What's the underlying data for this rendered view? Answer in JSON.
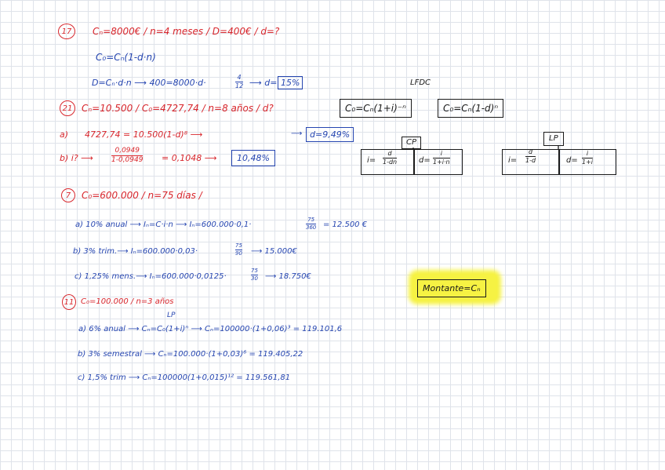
{
  "p17": {
    "num": "17",
    "given": "Cₙ=8000€ / n=4 meses / D=400€ / d=?",
    "formula": "C₀=Cₙ(1-d·n)",
    "calc": "D=Cₙ·d·n ⟶ 400=8000·d·",
    "calc_frac_n": "4",
    "calc_frac_d": "12",
    "calc_arrow": "⟶ d=",
    "result": "15%"
  },
  "p21": {
    "num": "21",
    "given": "Cₙ=10.500 / C₀=4727,74 / n=8 años / d?",
    "a_label": "a)",
    "a_calc": "4727,74 = 10.500(1-d)⁸ ⟶",
    "a_result": "d=9,49%",
    "b_label": "b) i? ⟶",
    "b_frac_n": "0,0949",
    "b_frac_d": "1-0,0949",
    "b_eq": "= 0,1048 ⟶",
    "b_result": "10,48%"
  },
  "formulas": {
    "heading": "LFDC",
    "compound": "C₀=Cₙ(1+i)⁻ⁿ",
    "discount": "C₀=Cₙ(1-d)ⁿ",
    "cp_label": "CP",
    "lp_label": "LP",
    "cp_i": "i=",
    "cp_i_n": "d",
    "cp_i_d": "1-dn",
    "cp_d": "d=",
    "cp_d_n": "i",
    "cp_d_d": "1+i·n",
    "lp_i": "i=",
    "lp_i_n": "d",
    "lp_i_d": "1-d",
    "lp_d": "d=",
    "lp_d_n": "i",
    "lp_d_d": "1+i"
  },
  "p7": {
    "num": "7",
    "given": "C₀=600.000 / n=75 días /",
    "a": "a) 10% anual ⟶ Iₙ=C·i·n ⟶ Iₙ=600.000·0,1·",
    "a_frac_n": "75",
    "a_frac_d": "360",
    "a_res": "= 12.500 €",
    "b": "b) 3% trim.⟶ Iₙ=600.000·0,03·",
    "b_frac_n": "75",
    "b_frac_d": "90",
    "b_res": "⟶ 15.000€",
    "c": "c) 1,25% mens.⟶ Iₙ=600.000·0,0125·",
    "c_frac_n": "75",
    "c_frac_d": "30",
    "c_res": "⟶ 18.750€"
  },
  "montante": "Montante=Cₙ",
  "p11": {
    "num": "11",
    "given": "C₀=100.000 / n=3 años",
    "lp": "LP",
    "a": "a) 6% anual ⟶ Cₙ=C₀(1+i)ⁿ ⟶ Cₙ=100000·(1+0,06)³ = 119.101,6",
    "b": "b) 3% semestral ⟶ Cₙ=100.000·(1+0,03)⁶ = 119.405,22",
    "c": "c) 1,5% trim ⟶ Cₙ=100000(1+0,015)¹² = 119.561,81"
  }
}
